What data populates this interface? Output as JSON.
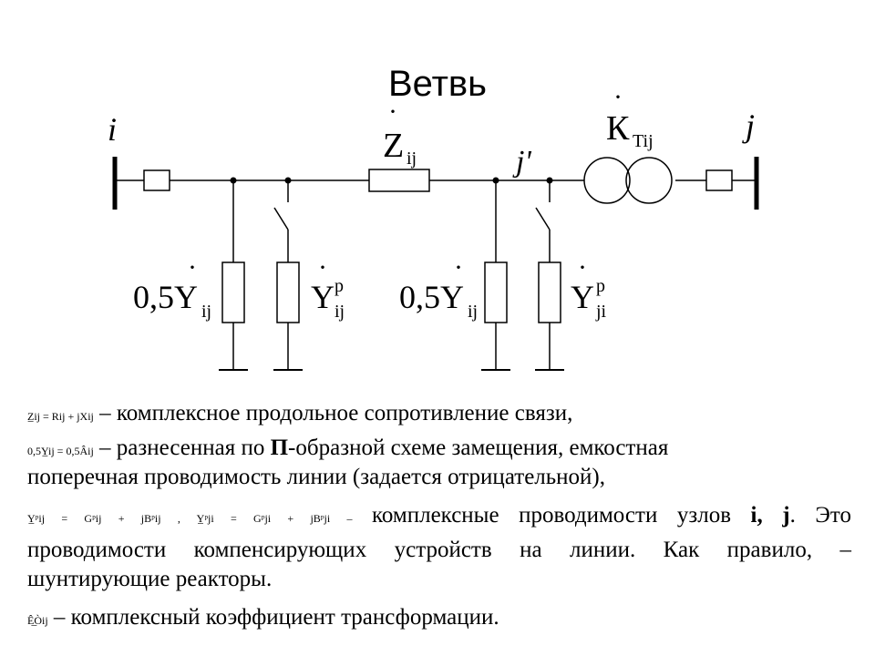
{
  "title": "Ветвь",
  "labels": {
    "node_i": "i",
    "node_j": "j",
    "node_jprime": "j'",
    "z_main": "Z",
    "z_sub": "ij",
    "k_main": "К",
    "k_sub": "Tij",
    "y_half_prefix": "0,5Y",
    "y_half_sub": "ij",
    "yp_main": "Y",
    "yp_sup": "p",
    "yp_sub_ij": "ij",
    "yp_sub_ji": "ji"
  },
  "text": {
    "line1_formula": "Z̲ij = Rij + jXij",
    "line1": "– комплексное продольное сопротивление связи,",
    "line2_formula": "0,5Y̲ij = 0,5Âij",
    "line2_a": "– разнесенная по",
    "line2_bold": "П",
    "line2_b": "-образной схеме замещения, емкостная",
    "line3": "поперечная проводимость линии (задается отрицательной),",
    "line4_formula": "Y̲ᵖij = Gᵖij + jBᵖij , Y̲ᵖji = Gᵖji + jBᵖji –",
    "line4_a": "комплексные проводимости узлов",
    "line4_bold": "i, j",
    "line4_b": ". Это",
    "line5": "проводимости компенсирующих устройств на линии. Как правило, –",
    "line6": "шунтирующие реакторы.",
    "line7_formula": "Ê̲Òij",
    "line7": "– комплексный коэффициент трансформации."
  }
}
